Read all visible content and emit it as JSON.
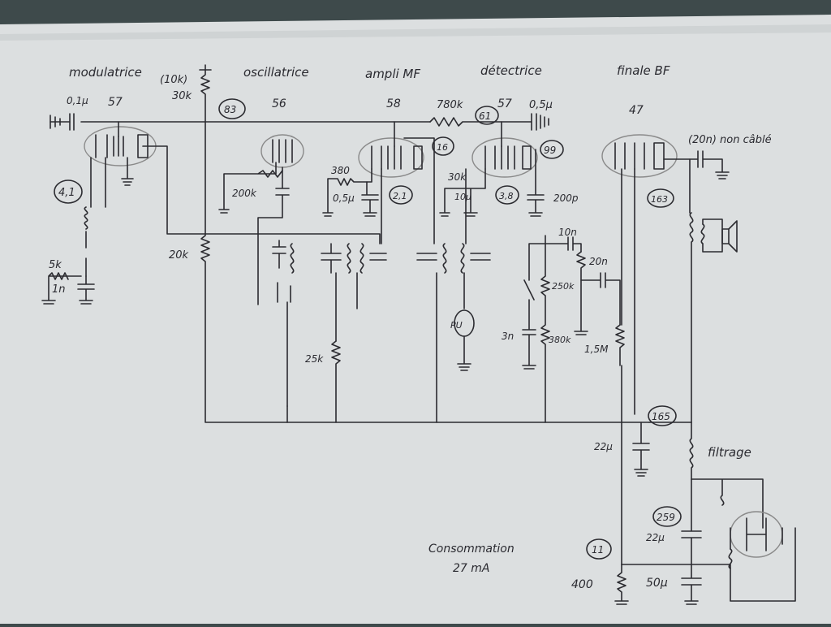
{
  "stages": {
    "modulatrice": "modulatrice",
    "oscillatrice": "oscillatrice",
    "ampli_mf": "ampli MF",
    "detectrice": "détectrice",
    "finale_bf": "finale BF"
  },
  "tubes": {
    "t57a": "57",
    "t56": "56",
    "t58": "58",
    "t57b": "57",
    "t47": "47"
  },
  "values": {
    "c_0_1u": "0,1µ",
    "r_10k": "(10k)",
    "r_30k": "30k",
    "r_780k": "780k",
    "c_0_5u_top": "0,5µ",
    "c_20n_nc": "(20n) non câblé",
    "r_200k": "200k",
    "r_380": "380",
    "c_0_5u": "0,5µ",
    "r_30k_det": "30k",
    "c_10u": "10µ",
    "c_200p": "200p",
    "c_10n": "10n",
    "c_20n": "20n",
    "r_250k": "250k",
    "r_380k": "380k",
    "c_3n": "3n",
    "r_1_5M": "1,5M",
    "r_5k": "5k",
    "c_1n": "1n",
    "r_20k": "20k",
    "r_25k": "25k",
    "pu": "PU",
    "c_22u_a": "22µ",
    "c_22u_b": "22µ",
    "filtrage": "filtrage",
    "r_400": "400",
    "c_50u": "50µ"
  },
  "measurements": {
    "m83": "83",
    "m61": "61",
    "m16": "16",
    "m99": "99",
    "m4_1": "4,1",
    "m2_1": "2,1",
    "m3_8": "3,8",
    "m163": "163",
    "m165": "165",
    "m259": "259",
    "m11": "11"
  },
  "consumption": {
    "label": "Consommation",
    "value": "27 mA"
  }
}
